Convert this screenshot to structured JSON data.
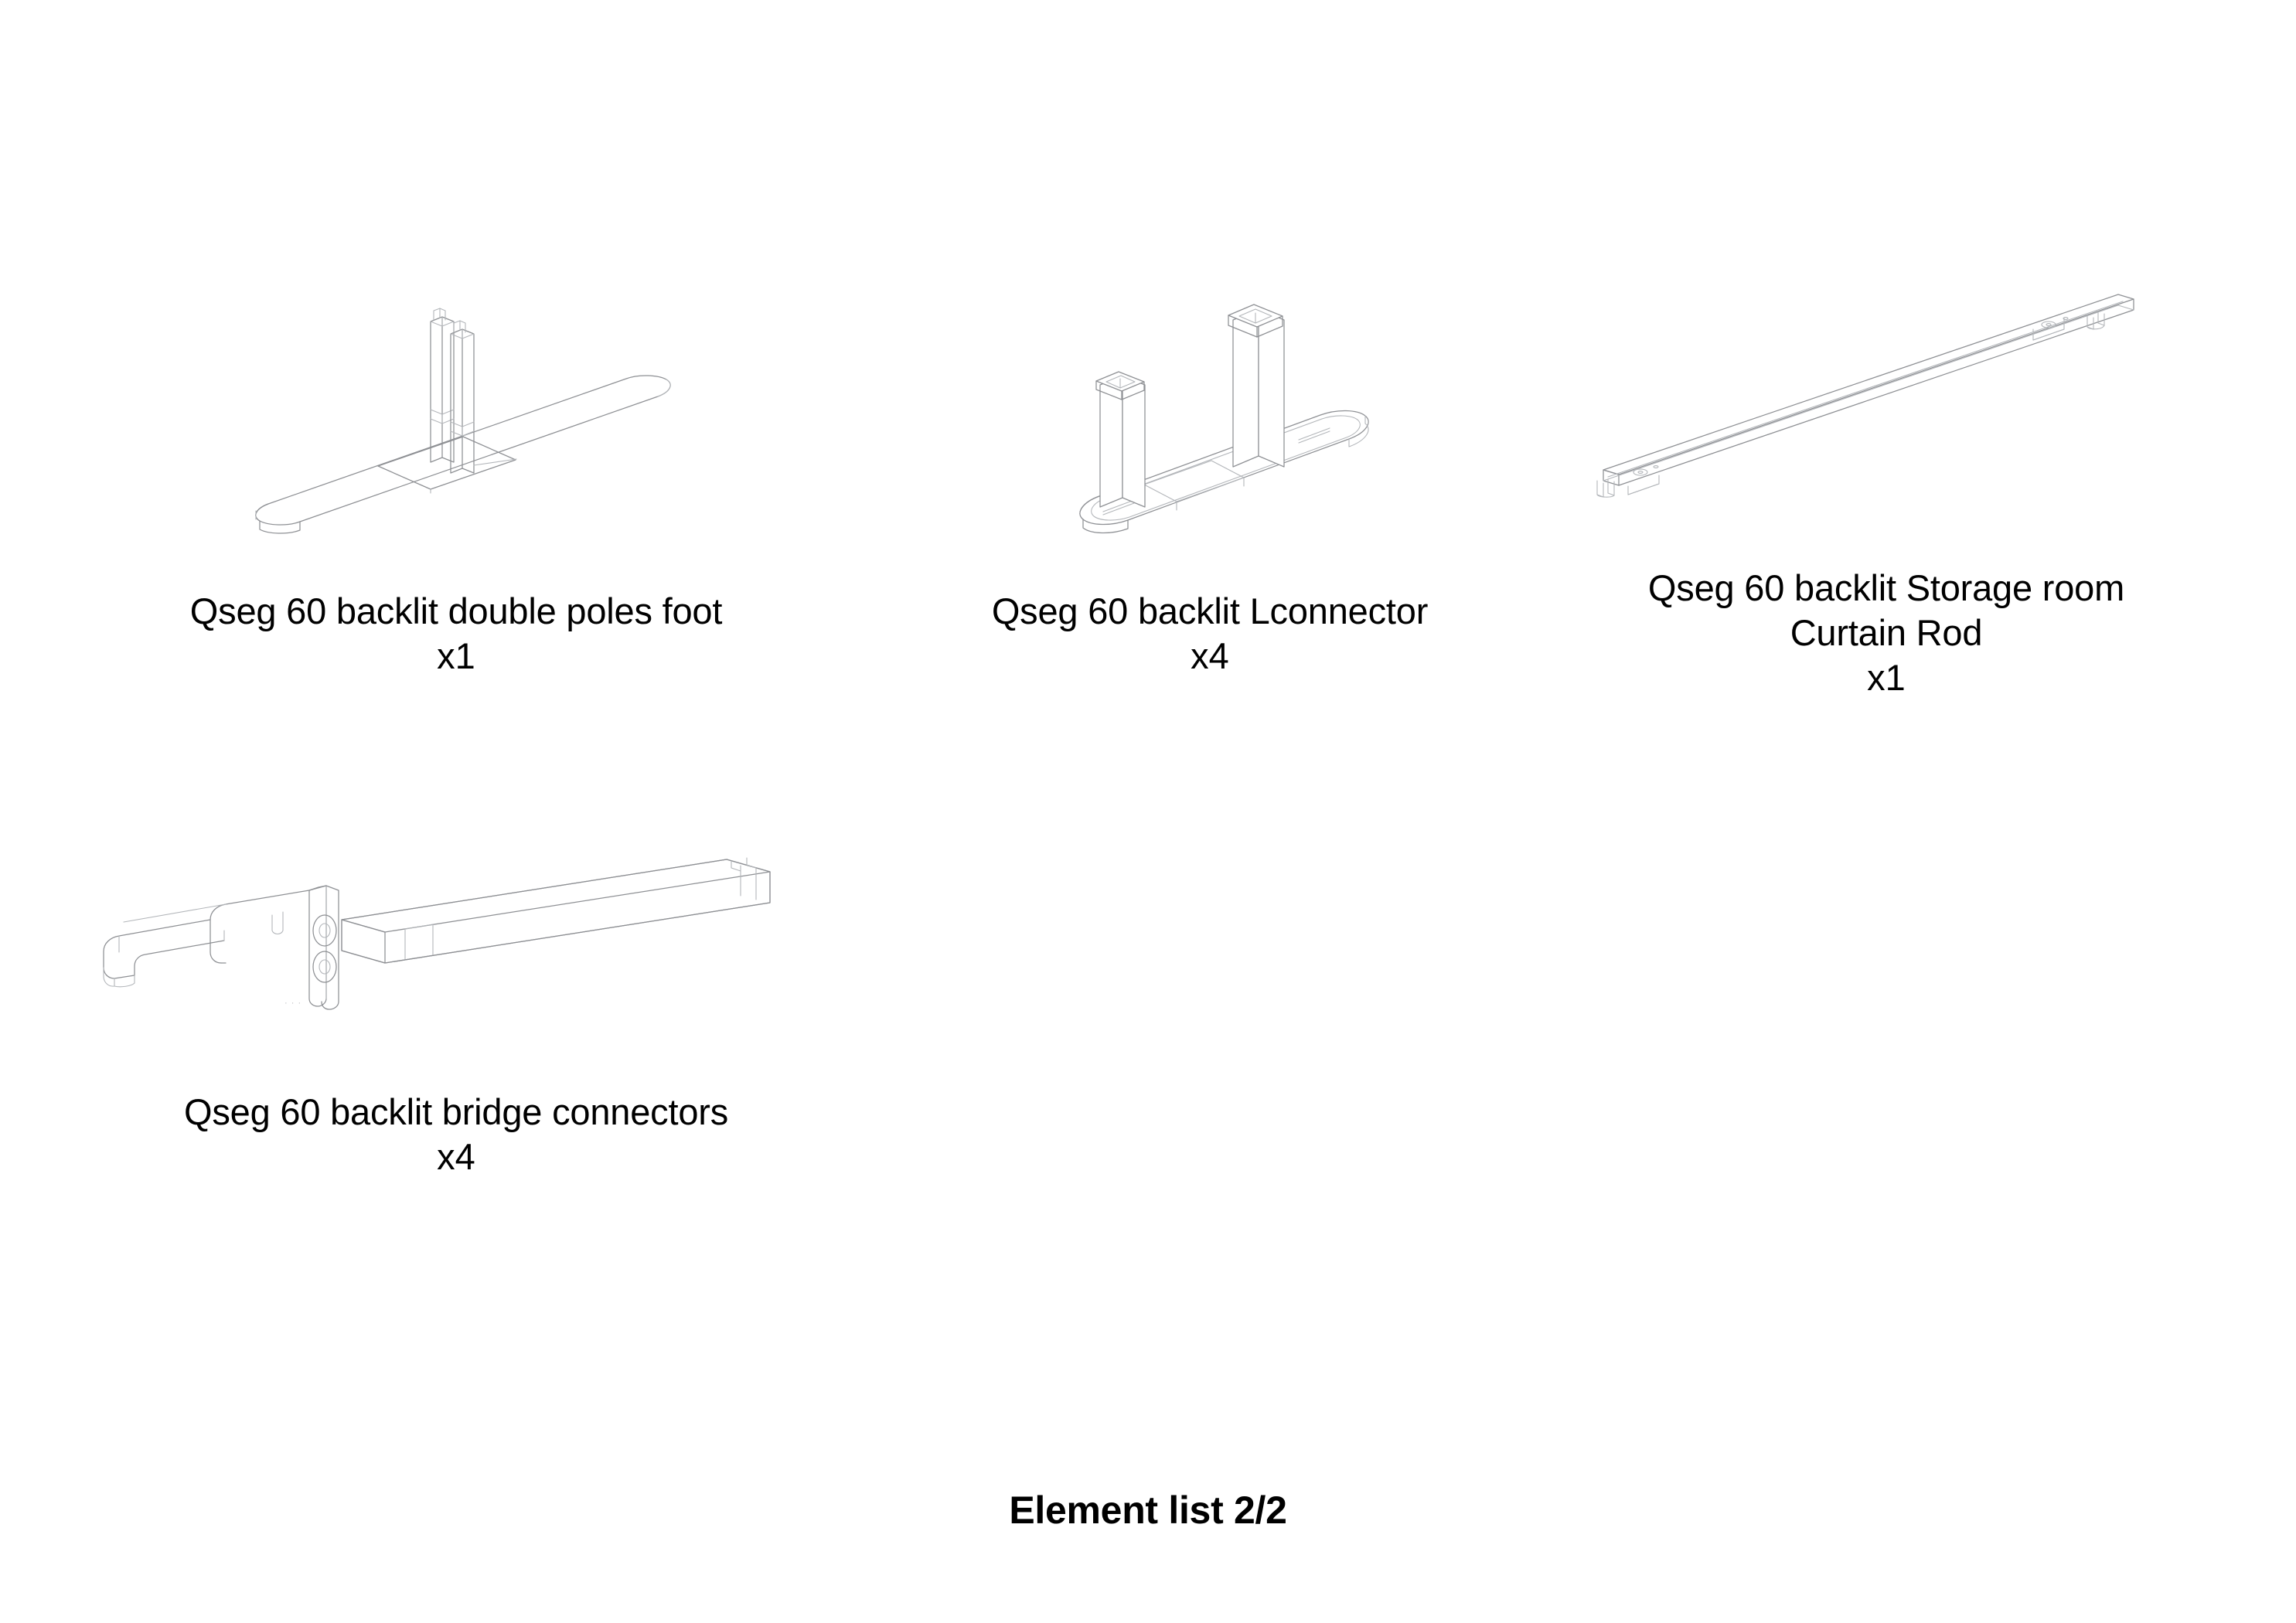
{
  "document": {
    "background_color": "#ffffff",
    "line_color": "#8e9094",
    "text_color": "#000000",
    "footer_title": "Element list 2/2"
  },
  "parts": [
    {
      "id": "double-poles-foot",
      "name": "Qseg 60 backlit double poles foot",
      "quantity": "x1",
      "icon": "double-poles-foot-drawing"
    },
    {
      "id": "lconnector",
      "name": "Qseg 60 backlit Lconnector",
      "quantity": "x4",
      "icon": "lconnector-drawing"
    },
    {
      "id": "storage-room-curtain-rod",
      "name": "Qseg 60 backlit Storage room\nCurtain Rod",
      "quantity": "x1",
      "icon": "curtain-rod-drawing"
    },
    {
      "id": "bridge-connectors",
      "name": "Qseg 60 backlit bridge connectors",
      "quantity": "x4",
      "icon": "bridge-connector-drawing"
    }
  ]
}
